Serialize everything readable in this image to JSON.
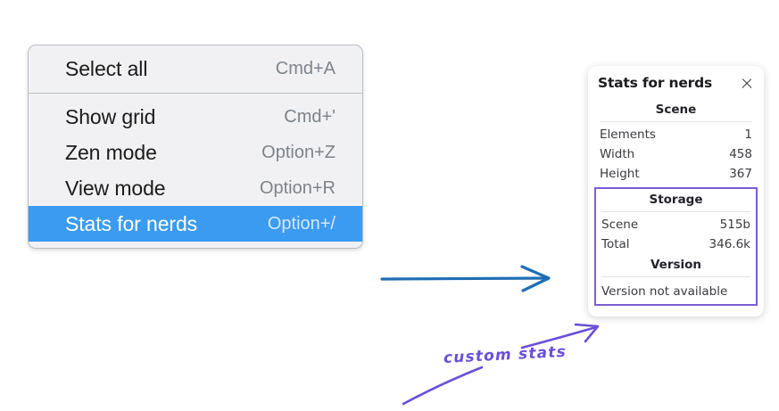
{
  "menu": {
    "groups": [
      {
        "items": [
          {
            "label": "Select all",
            "shortcut": "Cmd+A",
            "selected": false
          }
        ]
      },
      {
        "items": [
          {
            "label": "Show grid",
            "shortcut": "Cmd+'",
            "selected": false
          },
          {
            "label": "Zen mode",
            "shortcut": "Option+Z",
            "selected": false
          },
          {
            "label": "View mode",
            "shortcut": "Option+R",
            "selected": false
          },
          {
            "label": "Stats for nerds",
            "shortcut": "Option+/",
            "selected": true
          }
        ]
      }
    ]
  },
  "stats_panel": {
    "title": "Stats for nerds",
    "close_icon": "close-icon",
    "scene": {
      "heading": "Scene",
      "rows": [
        {
          "key": "Elements",
          "value": "1"
        },
        {
          "key": "Width",
          "value": "458"
        },
        {
          "key": "Height",
          "value": "367"
        }
      ]
    },
    "storage": {
      "heading": "Storage",
      "rows": [
        {
          "key": "Scene",
          "value": "515b"
        },
        {
          "key": "Total",
          "value": "346.6k"
        }
      ]
    },
    "version": {
      "heading": "Version",
      "note": "Version not available"
    }
  },
  "annotations": {
    "custom_stats_label": "custom stats",
    "blue_arrow_color": "#1f6eb5",
    "purple_color": "#6b4edb",
    "highlight_box_color": "#7b5cd6"
  },
  "colors": {
    "menu_background": "#f1f1f3",
    "menu_border": "#b9bfc7",
    "selected_row": "#3b9bf0",
    "panel_background": "#ffffff",
    "page_background": "#ffffff"
  }
}
